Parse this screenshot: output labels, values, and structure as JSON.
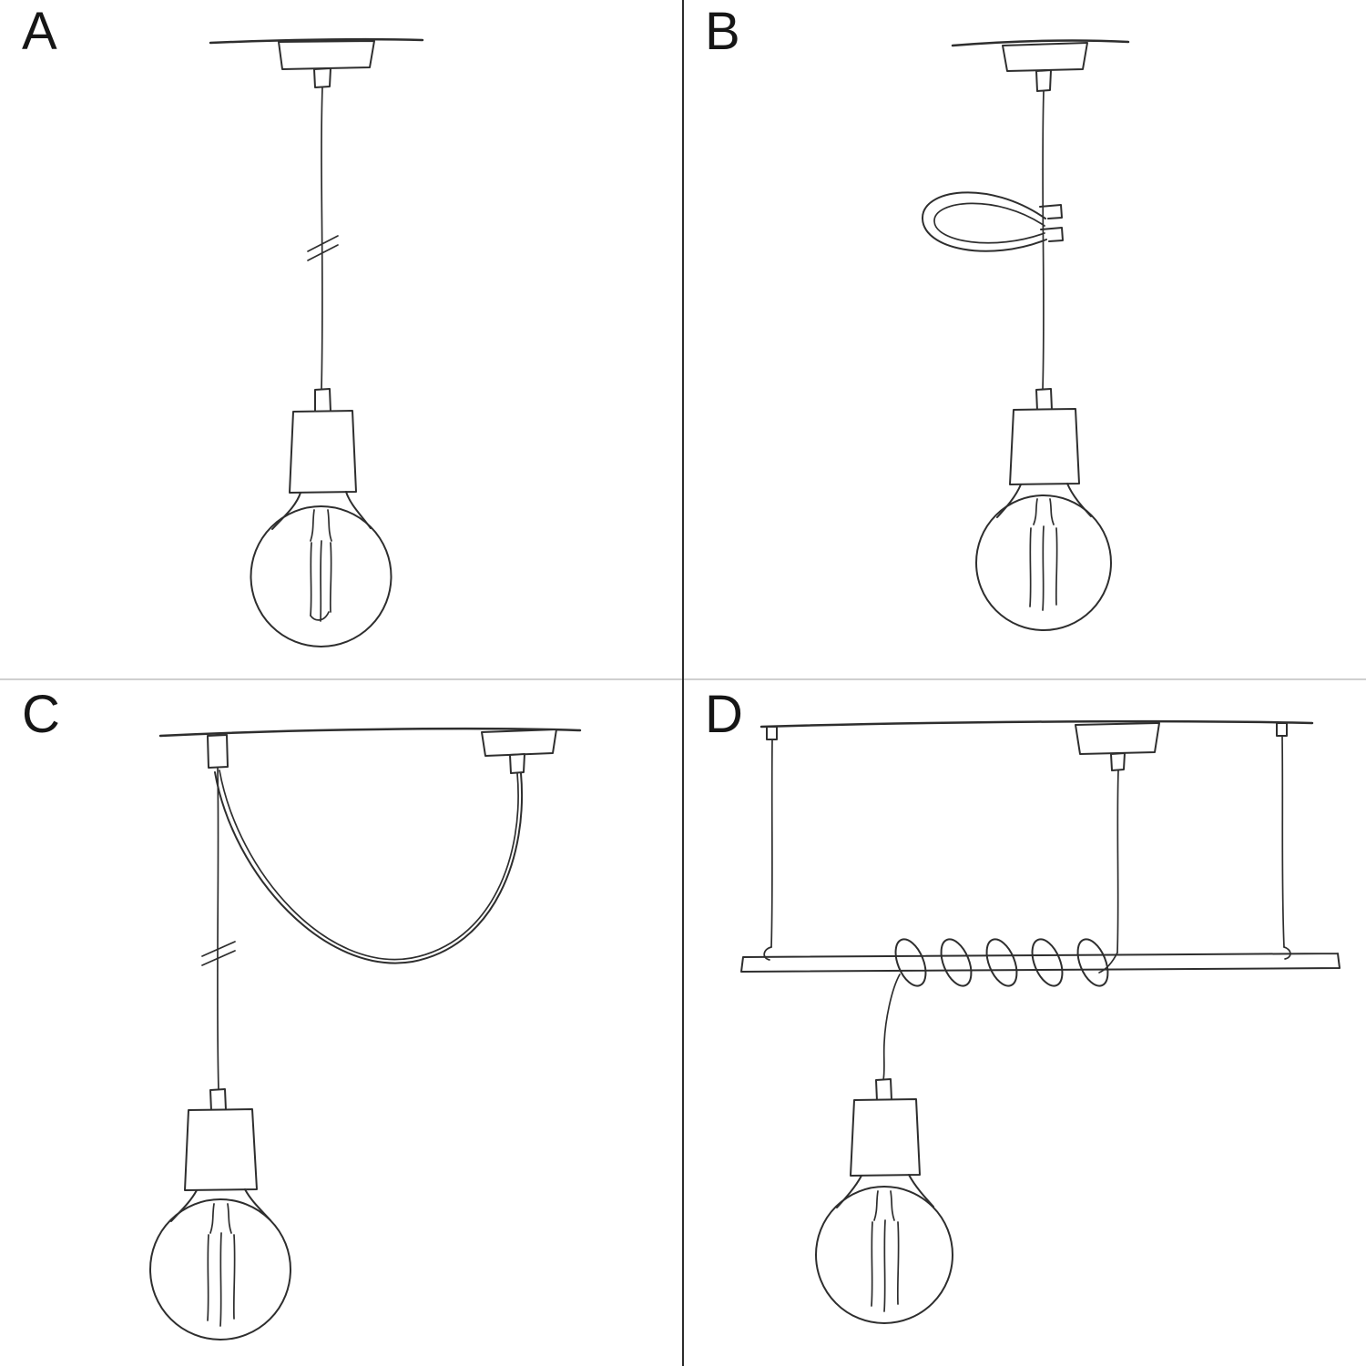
{
  "panels": {
    "a": {
      "label": "A"
    },
    "b": {
      "label": "B"
    },
    "c": {
      "label": "C"
    },
    "d": {
      "label": "D"
    }
  },
  "colors": {
    "ink": "#2e2e2e",
    "background": "#ffffff",
    "divider_vertical": "#2b2b2b",
    "divider_horizontal": "#cfcfcf"
  }
}
